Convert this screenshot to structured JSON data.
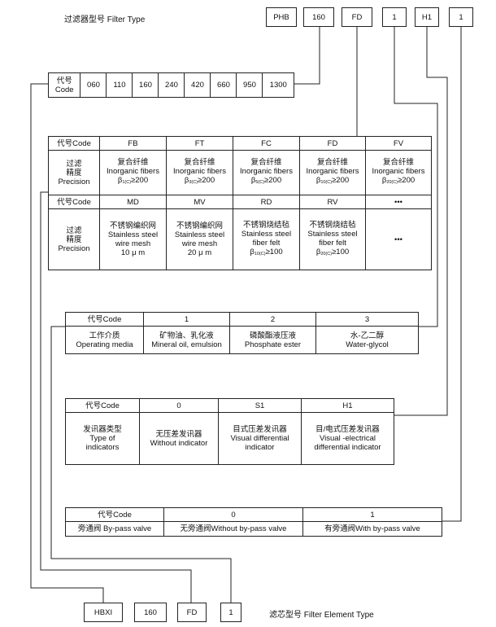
{
  "filter_type_title": "过滤器型号 Filter Type",
  "element_type_title": "滤芯型号 Filter Element Type",
  "model_top": [
    "PHB",
    "160",
    "FD",
    "1",
    "H1",
    "1"
  ],
  "model_bottom": [
    "HBXI",
    "160",
    "FD",
    "1"
  ],
  "code_strip": {
    "label_cn": "代号",
    "label_en": "Code",
    "values": [
      "060",
      "110",
      "160",
      "240",
      "420",
      "660",
      "950",
      "1300"
    ]
  },
  "precision_table": {
    "code_label": "代号Code",
    "precision_label": [
      "过滤",
      "精度",
      "Precision"
    ],
    "row1_codes": [
      "FB",
      "FT",
      "FC",
      "FD",
      "FV"
    ],
    "row1_cells": [
      {
        "cn": "复合纤维",
        "en": "Inorganic fibers",
        "beta": "β",
        "sub": "1(C)",
        "rest": "≥200"
      },
      {
        "cn": "复合纤维",
        "en": "Inorganic fibers",
        "beta": "β",
        "sub": "3(C)",
        "rest": "≥200"
      },
      {
        "cn": "复合纤维",
        "en": "Inorganic fibers",
        "beta": "β",
        "sub": "5(C)",
        "rest": "≥200"
      },
      {
        "cn": "复合纤维",
        "en": "Inorganic fibers",
        "beta": "β",
        "sub": "10(C)",
        "rest": "≥200"
      },
      {
        "cn": "复合纤维",
        "en": "Inorganic fibers",
        "beta": "β",
        "sub": "20(C)",
        "rest": "≥200"
      }
    ],
    "row2_codes": [
      "MD",
      "MV",
      "RD",
      "RV",
      "•••"
    ],
    "row2_cells": [
      {
        "l1": "不锈钢编织网",
        "l2": "Stainless steel",
        "l3": "wire mesh",
        "l4": "10 μ m"
      },
      {
        "l1": "不锈钢编织网",
        "l2": "Stainless steel",
        "l3": "wire mesh",
        "l4": "20 μ m"
      },
      {
        "l1": "不锈钢烧结毡",
        "l2": "Stainless steel",
        "l3": "fiber felt",
        "l4b": "β",
        "sub": "10(C)",
        "rest": "≥100"
      },
      {
        "l1": "不锈钢烧结毡",
        "l2": "Stainless steel",
        "l3": "fiber felt",
        "l4b": "β",
        "sub": "20(C)",
        "rest": "≥100"
      },
      {
        "l1": "•••"
      }
    ]
  },
  "media_table": {
    "code_label": "代号Code",
    "codes": [
      "1",
      "2",
      "3"
    ],
    "label_cn": "工作介质",
    "label_en": "Operating media",
    "cells": [
      {
        "cn": "矿物油、乳化液",
        "en": "Mineral oil, emulsion"
      },
      {
        "cn": "磷酸酯液压液",
        "en": "Phosphate ester"
      },
      {
        "cn": "水-乙二醇",
        "en": "Water-glycol"
      }
    ]
  },
  "indicator_table": {
    "code_label": "代号Code",
    "codes": [
      "0",
      "S1",
      "H1"
    ],
    "label": [
      "发讯器类型",
      "Type of",
      "indicators"
    ],
    "cells": [
      {
        "l1": "无压差发讯器",
        "l2": "Without indicator"
      },
      {
        "l1": "目式压差发讯器",
        "l2": "Visual differential",
        "l3": "indicator"
      },
      {
        "l1": "目/电式压差发讯器",
        "l2": "Visual -electrical",
        "l3": "differential indicator"
      }
    ]
  },
  "bypass_table": {
    "code_label": "代号Code",
    "codes": [
      "0",
      "1"
    ],
    "label": "旁通阀 By-pass valve",
    "cells": [
      "无旁通阀Without by-pass valve",
      "有旁通阀With by-pass valve"
    ]
  },
  "colors": {
    "line": "#222222",
    "text": "#111111"
  }
}
